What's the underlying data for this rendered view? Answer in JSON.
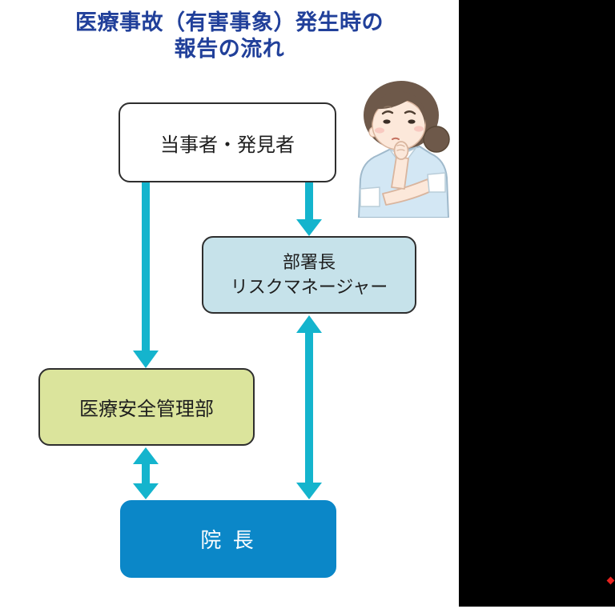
{
  "title": {
    "line1": "医療事故（有害事象）発生時の",
    "line2": "報告の流れ"
  },
  "flow": {
    "node_reporter": "当事者・発見者",
    "node_manager_line1": "部署長",
    "node_manager_line2": "リスクマネージャー",
    "node_safety": "医療安全管理部",
    "node_director": "院 長"
  },
  "connections": [
    {
      "from": "当事者・発見者",
      "to": "部署長リスクマネージャー",
      "type": "one-way-down"
    },
    {
      "from": "当事者・発見者",
      "to": "医療安全管理部",
      "type": "one-way-down"
    },
    {
      "from": "部署長リスクマネージャー",
      "to": "院長",
      "type": "two-way"
    },
    {
      "from": "医療安全管理部",
      "to": "院長",
      "type": "two-way"
    }
  ],
  "icons": {
    "nurse": "thinking-nurse-illustration",
    "marker": "red-diamond-marker"
  },
  "colors": {
    "title-color": "#21409a",
    "arrow-color": "#14b4cd",
    "reporter-bg": "#ffffff",
    "manager-bg": "#c6e2ea",
    "safety-bg": "#dbe49c",
    "director-bg": "#0b87c8",
    "director-text": "#ffffff",
    "node-text": "#1e1e1e",
    "box-border": "#2e2e2e",
    "panel-black": "#000000",
    "marker-red": "#e8231f"
  }
}
